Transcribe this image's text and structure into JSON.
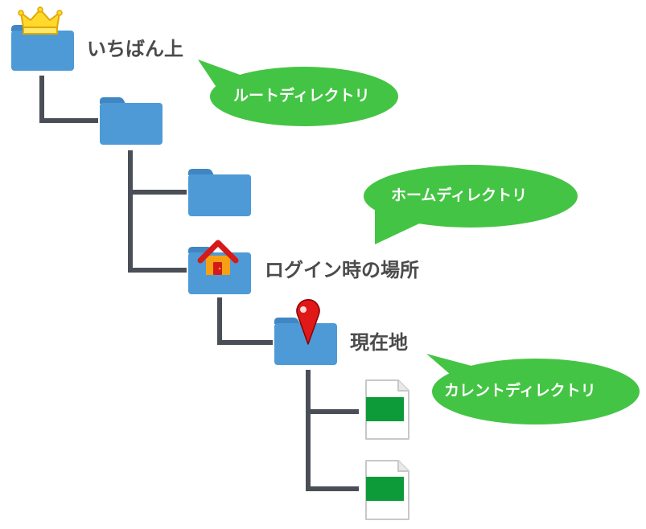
{
  "labels": {
    "root": "いちばん上",
    "home": "ログイン時の場所",
    "current": "現在地"
  },
  "bubbles": {
    "root": "ルートディレクトリ",
    "home": "ホームディレクトリ",
    "current": "カレントディレクトリ"
  },
  "colors": {
    "folder": "#4e9ad6",
    "folder_tab": "#3f86c3",
    "connector": "#4a4f57",
    "bubble": "#44c444",
    "label_text": "#4b4b4b",
    "file_sheet": "#ffffff",
    "file_band": "#0d9b3a",
    "home_roof": "#d61a1a",
    "home_wall": "#f6a114",
    "pin": "#e01818",
    "crown": "#ffd92c"
  },
  "icons": {
    "root_badge": "crown-icon",
    "home_badge": "house-icon",
    "current_badge": "map-pin-icon",
    "folder": "folder-icon",
    "file": "file-icon"
  }
}
